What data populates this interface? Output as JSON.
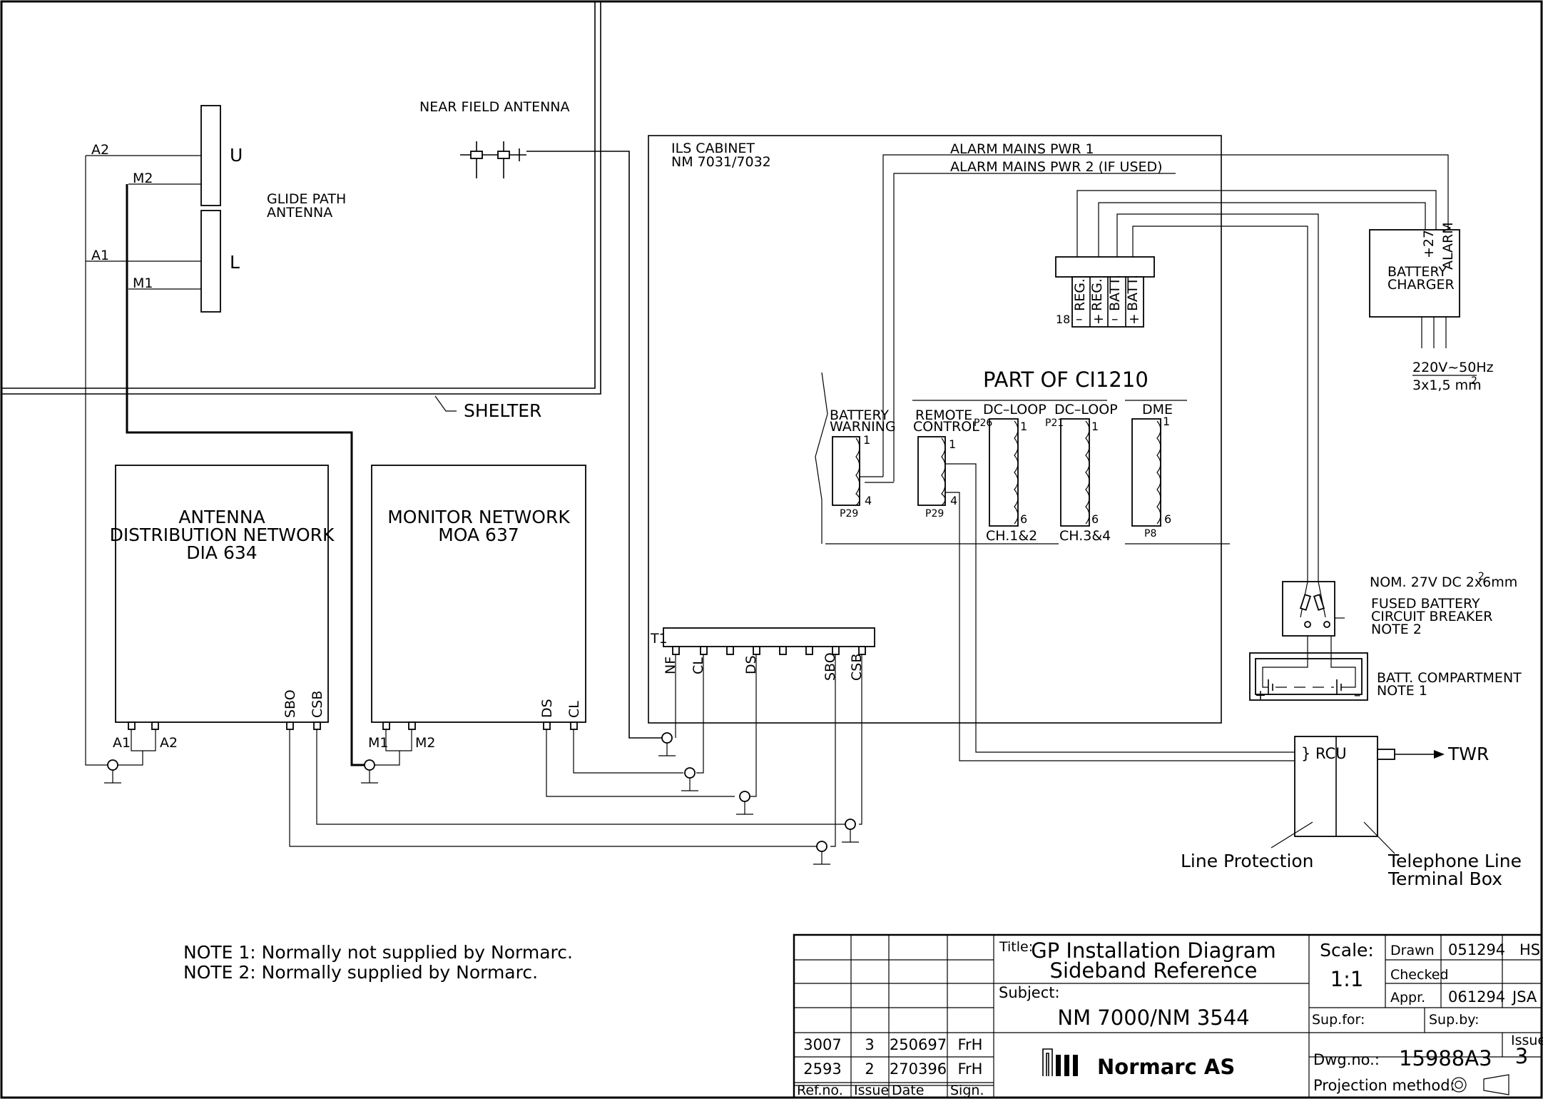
{
  "labels": {
    "near_field_antenna": "NEAR FIELD ANTENNA",
    "glide_path_antenna_1": "GLIDE PATH",
    "glide_path_antenna_2": "ANTENNA",
    "u": "U",
    "l": "L",
    "a2": "A2",
    "m2": "M2",
    "a1": "A1",
    "m1": "M1",
    "shelter": "SHELTER",
    "ils_cabinet_1": "ILS CABINET",
    "ils_cabinet_2": "NM 7031/7032",
    "alarm_mains_1": "ALARM MAINS PWR 1",
    "alarm_mains_2": "ALARM MAINS PWR 2 (IF USED)",
    "part_of": "PART OF CI1210",
    "battery_warning_1": "BATTERY",
    "battery_warning_2": "WARNING",
    "remote_control_1": "REMOTE",
    "remote_control_2": "CONTROL",
    "dc_loop_a": "DC–LOOP",
    "dc_loop_b": "DC–LOOP",
    "dme": "DME",
    "p29a": "P29",
    "p29b": "P29",
    "p26": "P26",
    "p21": "P21",
    "p8": "P8",
    "ch12": "CH.1&2",
    "ch34": "CH.3&4",
    "pin1": "1",
    "pin4": "4",
    "pin6": "6",
    "pin18": "18",
    "reg_minus": "REG.",
    "reg_plus": "REG.",
    "batt_minus": "BATT.",
    "batt_plus": "BATT.",
    "minus": "–",
    "plus": "+",
    "battery_charger_1": "BATTERY",
    "battery_charger_2": "CHARGER",
    "plus27": "+27",
    "alarm": "ALARM",
    "mains_1": "220V~50Hz",
    "mains_2": "3x1,5 mm",
    "mains_sup": "2",
    "nom_dc": "NOM. 27V DC 2x6mm",
    "nom_sup": "2",
    "fused_1": "FUSED BATTERY",
    "fused_2": "CIRCUIT BREAKER",
    "fused_3": "NOTE 2",
    "batt_comp_1": "BATT. COMPARTMENT",
    "batt_comp_2": "NOTE 1",
    "rcu": "} RCU",
    "twr": "TWR",
    "line_protection": "Line Protection",
    "tel_line_1": "Telephone Line",
    "tel_line_2": "Terminal Box",
    "adn_1": "ANTENNA",
    "adn_2": "DISTRIBUTION NETWORK",
    "adn_3": "DIA 634",
    "mon_1": "MONITOR NETWORK",
    "mon_2": "MOA 637",
    "sbo": "SBO",
    "csb": "CSB",
    "ds": "DS",
    "cl": "CL",
    "nf": "NF",
    "t1": "T1",
    "note1": "NOTE 1:  Normally not supplied by Normarc.",
    "note2": "NOTE 2:  Normally supplied by Normarc."
  },
  "title_block": {
    "title_label": "Title:",
    "title_1": "GP Installation Diagram",
    "title_2": "Sideband Reference",
    "subject_label": "Subject:",
    "subject": "NM 7000/NM 3544",
    "company": "Normarc AS",
    "scale_label": "Scale:",
    "scale": "1:1",
    "drawn_label": "Drawn",
    "drawn_date": "051294",
    "drawn_sign": "HS",
    "checked_label": "Checked",
    "appr_label": "Appr.",
    "appr_date": "061294",
    "appr_sign": "JSA",
    "sup_for": "Sup.for:",
    "sup_by": "Sup.by:",
    "dwg_label": "Dwg.no.:",
    "dwg_no": "15988A3",
    "issue_label": "Issue",
    "issue": "3",
    "projection": "Projection method:",
    "rev_rows": [
      {
        "ref": "3007",
        "issue": "3",
        "date": "250697",
        "sign": "FrH"
      },
      {
        "ref": "2593",
        "issue": "2",
        "date": "270396",
        "sign": "FrH"
      }
    ],
    "col_ref": "Ref.no.",
    "col_issue": "Issue",
    "col_date": "Date",
    "col_sign": "Sign."
  }
}
